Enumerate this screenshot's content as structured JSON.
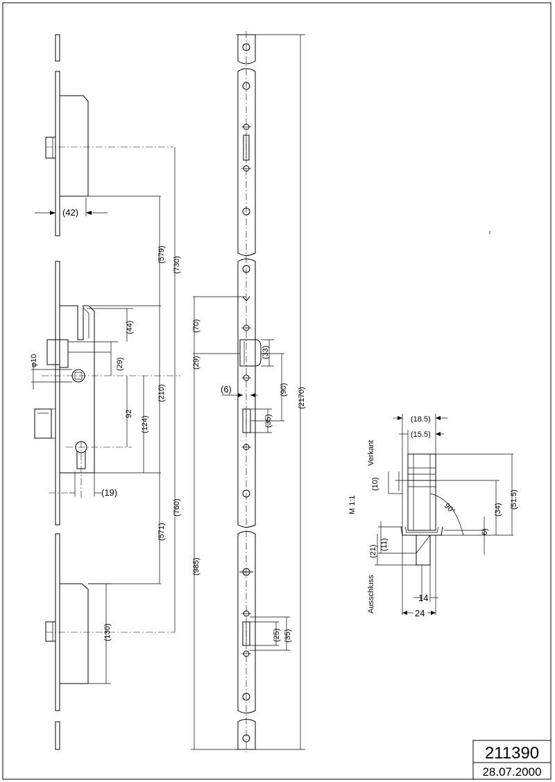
{
  "title_block": {
    "drawing_number": "211390",
    "date": "28.07.2000"
  },
  "scale_label": "M 1:1",
  "labels": {
    "verkant": "Verkant",
    "ausschluss": "Ausschluss"
  },
  "dimensions": {
    "d42": "(42)",
    "d579": "(579)",
    "d730": "(730)",
    "d44": "(44)",
    "d29a": "(29)",
    "phi10": "φ10",
    "d92": "92",
    "d124": "(124)",
    "d210": "(210)",
    "d19": "(19)",
    "d571": "(571)",
    "d760": "(760)",
    "d130": "(130)",
    "d70": "(70)",
    "d29b": "(29)",
    "d33": "(33)",
    "d6a": "(6)",
    "d90": "(90)",
    "d35a": "(35)",
    "d985": "(985)",
    "d2170": "(2170)",
    "d25": "(25)",
    "d35b": "(35)",
    "d18_5": "(18.5)",
    "d15_5": "(15.5)",
    "d10": "(10)",
    "d51_5": "(51.5)",
    "d34": "(34)",
    "d6b": "6)",
    "d90deg": "90°",
    "d21": "(21)",
    "d11": "(11)",
    "d14": "14",
    "d24": "24"
  }
}
